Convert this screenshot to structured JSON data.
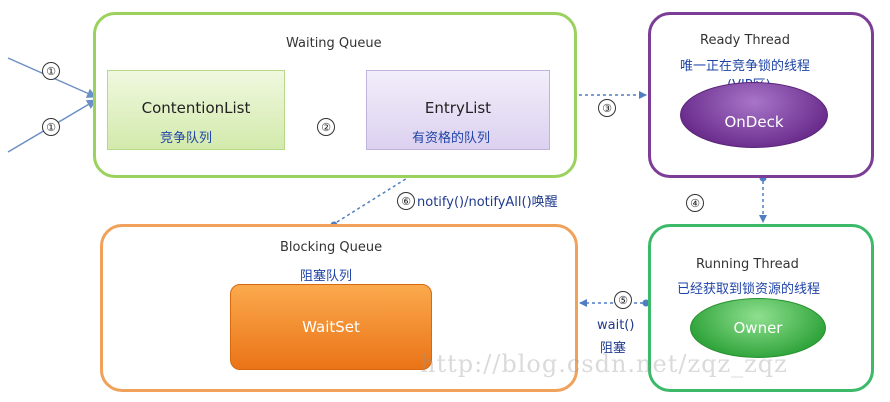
{
  "containers": {
    "waiting_queue": "Waiting Queue",
    "ready_thread": "Ready Thread",
    "running_thread": "Running Thread",
    "blocking_queue": "Blocking Queue"
  },
  "boxes": {
    "contention_list": {
      "name": "ContentionList",
      "cn": "竞争队列"
    },
    "entry_list": {
      "name": "EntryList",
      "cn": "有资格的队列"
    },
    "ondeck": {
      "name": "OnDeck",
      "cn": "唯一正在竞争锁的线程",
      "note": "(VIP区)"
    },
    "owner": {
      "name": "Owner",
      "cn": "已经获取到锁资源的线程"
    },
    "waitset": {
      "name": "WaitSet",
      "cn": "阻塞队列"
    }
  },
  "steps": {
    "step1": "①",
    "step2": "②",
    "step3": "③",
    "step4": "④",
    "step5": "⑤",
    "step6": "⑥"
  },
  "labels": {
    "notify": "notify()/notifyAll()唤醒",
    "wait": "wait()",
    "block": "阻塞"
  },
  "watermark": "http://blog.csdn.net/zqz_zqz",
  "colors": {
    "waiting_border": "#9bd15d",
    "ready_border": "#7b3d96",
    "running_border": "#3cba6a",
    "blocking_border": "#f0a25a",
    "connector": "#4f7fc2"
  }
}
